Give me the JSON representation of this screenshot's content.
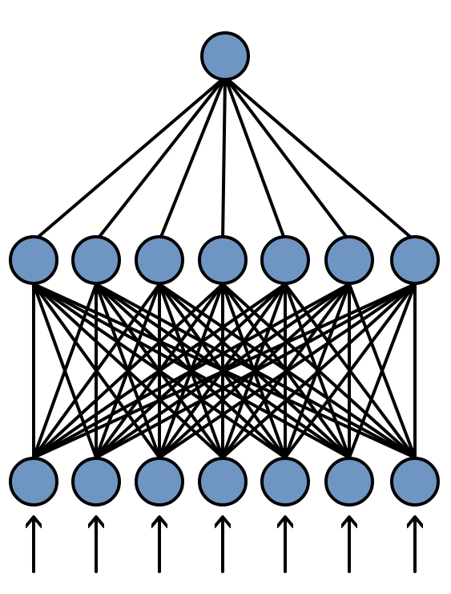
{
  "network": {
    "input_arrow_count": 7,
    "layers": [
      {
        "name": "input",
        "node_count": 7
      },
      {
        "name": "hidden",
        "node_count": 7
      },
      {
        "name": "output",
        "node_count": 1
      }
    ],
    "connectivity": "fully-connected"
  },
  "colors": {
    "node_fill": "#6f95c3",
    "node_stroke": "#000000",
    "edge": "#000000",
    "background": "#ffffff"
  }
}
